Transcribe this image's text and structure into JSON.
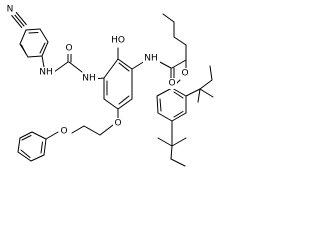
{
  "molecule": {
    "bond_color": "#000000",
    "background": "#ffffff",
    "atom_labels": {
      "nitrile_n": "N",
      "urea_nh_left": "NH",
      "urea_o": "O",
      "urea_nh_right": "NH",
      "hydroxyl": "HO",
      "amide_nh": "NH",
      "amide_o": "O",
      "ether_o_phenoxyethoxy": "O",
      "ether_o_phenoxy": "O",
      "ether_o_aryl": "O"
    }
  }
}
